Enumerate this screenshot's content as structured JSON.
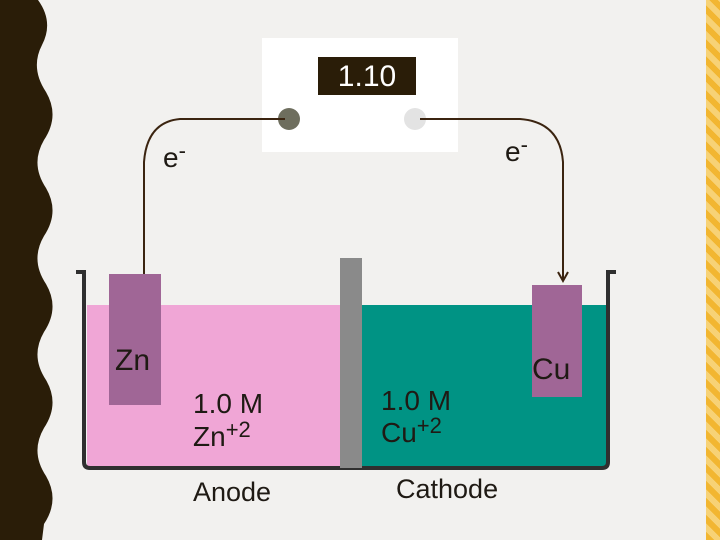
{
  "meter": {
    "reading": "1.10"
  },
  "electrons": {
    "left_label": "e",
    "right_label": "e",
    "charge": "-"
  },
  "anode_electrode": {
    "label": "Zn"
  },
  "cathode_electrode": {
    "label": "Cu"
  },
  "anode_solution": {
    "concentration": "1.0 M",
    "ion": "Zn",
    "charge": "+2"
  },
  "cathode_solution": {
    "concentration": "1.0 M",
    "ion": "Cu",
    "charge": "+2"
  },
  "anode_label": "Anode",
  "cathode_label": "Cathode",
  "colors": {
    "background": "#f2f1ef",
    "left_border": "#2a1d08",
    "anode_solution": "#f0a6d6",
    "cathode_solution": "#009384",
    "electrode": "#a06696",
    "salt_bridge": "#8a8a8a",
    "wire": "#3b2410",
    "accent_stripe": "#f2b631"
  }
}
